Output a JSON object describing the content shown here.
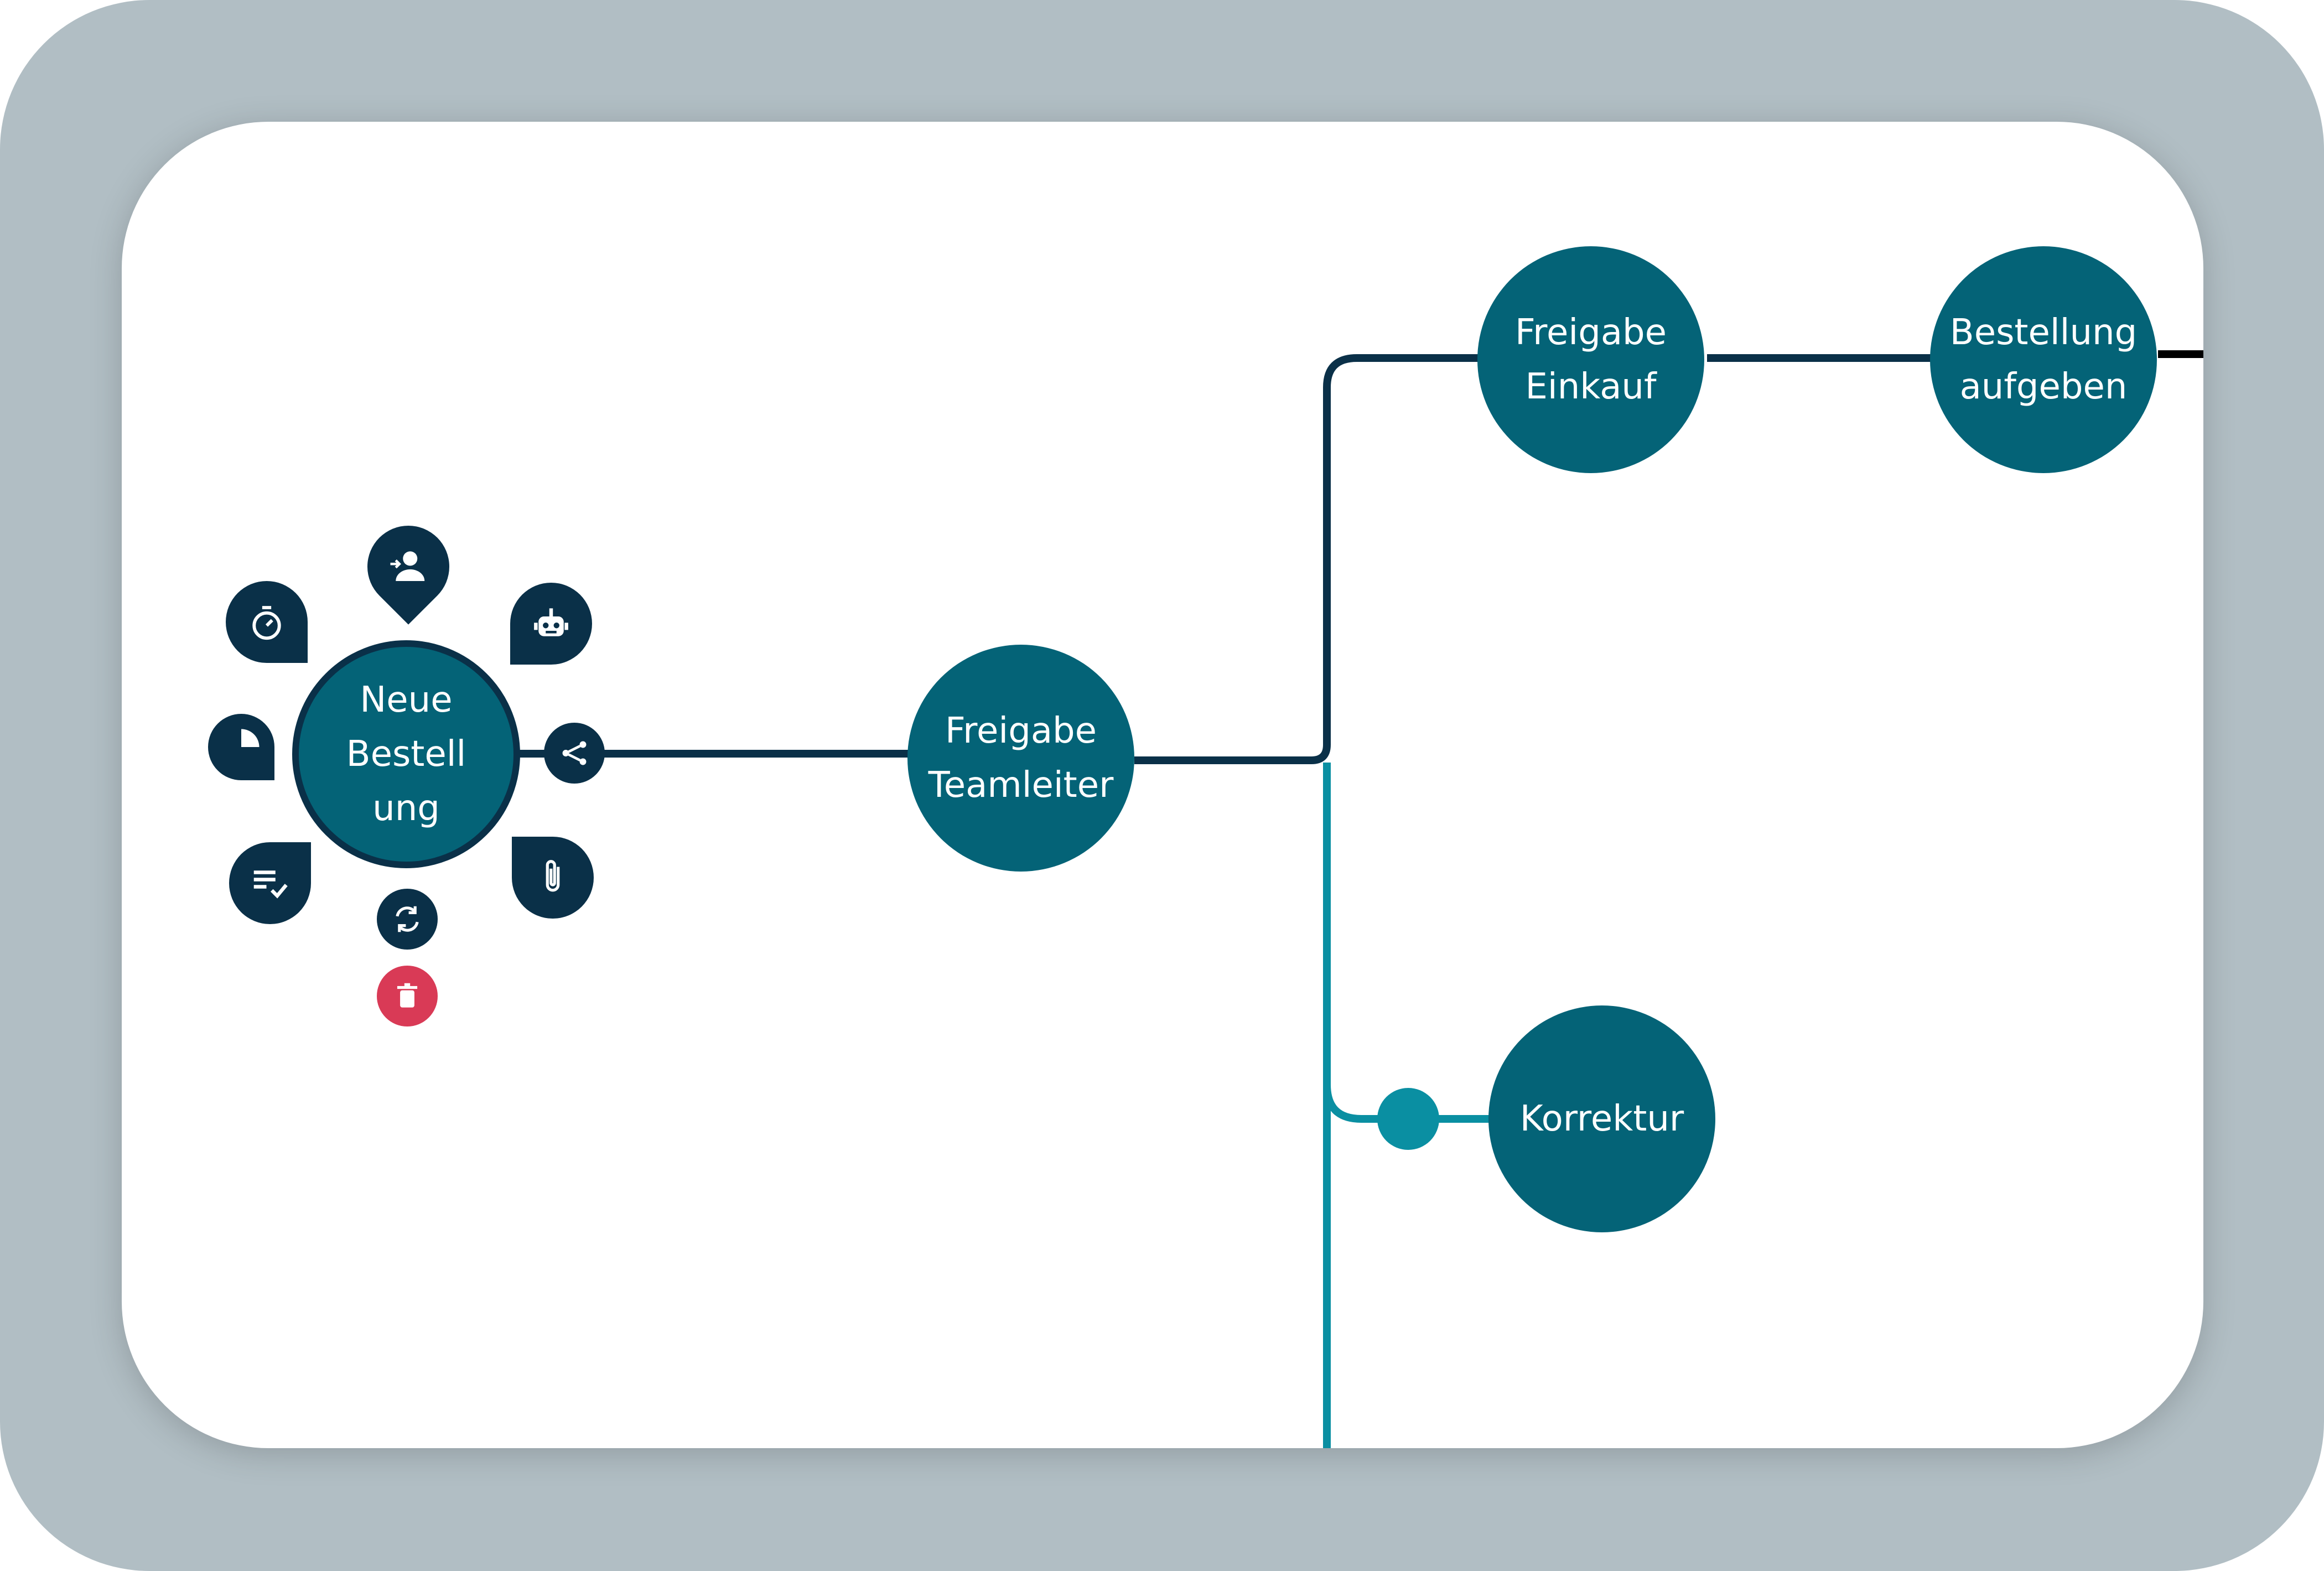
{
  "colors": {
    "frame": "#b1bec4",
    "node": "#046377",
    "dark": "#0a3048",
    "branch": "#0a8fa2",
    "danger": "#d93a56"
  },
  "nodes": {
    "start": "Neue\nBestell\nung",
    "teamleiter": "Freigabe\nTeamleiter",
    "einkauf": "Freigabe\nEinkauf",
    "bestellung": "Bestellung\naufgeben",
    "korrektur": "Korrektur"
  },
  "actions": [
    {
      "icon": "assign-person-icon"
    },
    {
      "icon": "bot-icon"
    },
    {
      "icon": "branch-icon"
    },
    {
      "icon": "attachment-icon"
    },
    {
      "icon": "refresh-icon"
    },
    {
      "icon": "delete-icon"
    },
    {
      "icon": "checklist-icon"
    },
    {
      "icon": "pie-icon"
    },
    {
      "icon": "timer-icon"
    }
  ]
}
